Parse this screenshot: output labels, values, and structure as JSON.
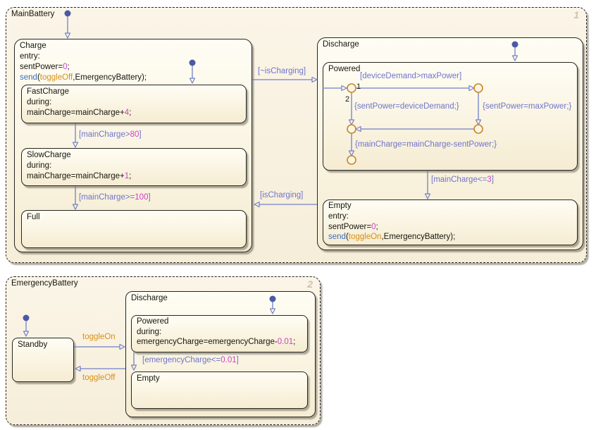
{
  "colors": {
    "canvas_cream": "#f8f1de",
    "state_border": "#262620",
    "transition_blue": "#7280c8",
    "label_blue": "#6f74cd",
    "number_magenta": "#cf3fc6",
    "event_orange": "#d78f18",
    "keyword_blue": "#3a6fbf",
    "junction_orange": "#cc8422",
    "default_dot_blue": "#4c5aa5",
    "corner_number_gray": "#cbc3af"
  },
  "main": {
    "title": "MainBattery",
    "corner_number": "1",
    "states": {
      "charge": {
        "title": "Charge",
        "entry": "entry:",
        "sent_pre": "sentPower=",
        "sent_num": "0",
        "sent_semi": ";",
        "send_kw": "send",
        "send_open": "(",
        "send_event": "toggleOff",
        "send_rest": ",EmergencyBattery);"
      },
      "fastcharge": {
        "title": "FastCharge",
        "during": "during:",
        "expr_pre": "mainCharge=mainCharge+",
        "expr_num": "4",
        "expr_semi": ";"
      },
      "slowcharge": {
        "title": "SlowCharge",
        "during": "during:",
        "expr_pre": "mainCharge=mainCharge+",
        "expr_num": "1",
        "expr_semi": ";"
      },
      "full": {
        "title": "Full"
      },
      "discharge": {
        "title": "Discharge"
      },
      "powered": {
        "title": "Powered",
        "order1": "1",
        "order2": "2",
        "cond_device": "[deviceDemand>maxPower]",
        "act_sent_device": "{sentPower=deviceDemand;}",
        "act_sent_max": "{sentPower=maxPower;}",
        "act_maincharge": "{mainCharge=mainCharge-sentPower;}"
      },
      "empty": {
        "title": "Empty",
        "entry": "entry:",
        "sent_pre": "sentPower=",
        "sent_num": "0",
        "sent_semi": ";",
        "send_kw": "send",
        "send_open": "(",
        "send_event": "toggleOn",
        "send_rest": ",EmergencyBattery);"
      }
    },
    "transitions": {
      "not_charging": "[~isCharging]",
      "is_charging": "[isCharging]",
      "gt80_pre": "[mainCharge>",
      "gt80_num": "80",
      "gt80_post": "]",
      "ge100_pre": "[mainCharge>=",
      "ge100_num": "100",
      "ge100_post": "]",
      "le3_pre": "[mainCharge<=",
      "le3_num": "3",
      "le3_post": "]"
    }
  },
  "emergency": {
    "title": "EmergencyBattery",
    "corner_number": "2",
    "states": {
      "standby": {
        "title": "Standby"
      },
      "discharge": {
        "title": "Discharge"
      },
      "powered": {
        "title": "Powered",
        "during": "during:",
        "expr_pre": "emergencyCharge=emergencyCharge-",
        "expr_num": "0.01",
        "expr_semi": ";"
      },
      "empty": {
        "title": "Empty"
      }
    },
    "transitions": {
      "toggle_on": "toggleOn",
      "toggle_off": "toggleOff",
      "cond_pre": "[emergencyCharge<=",
      "cond_num": "0.01",
      "cond_post": "]"
    }
  }
}
